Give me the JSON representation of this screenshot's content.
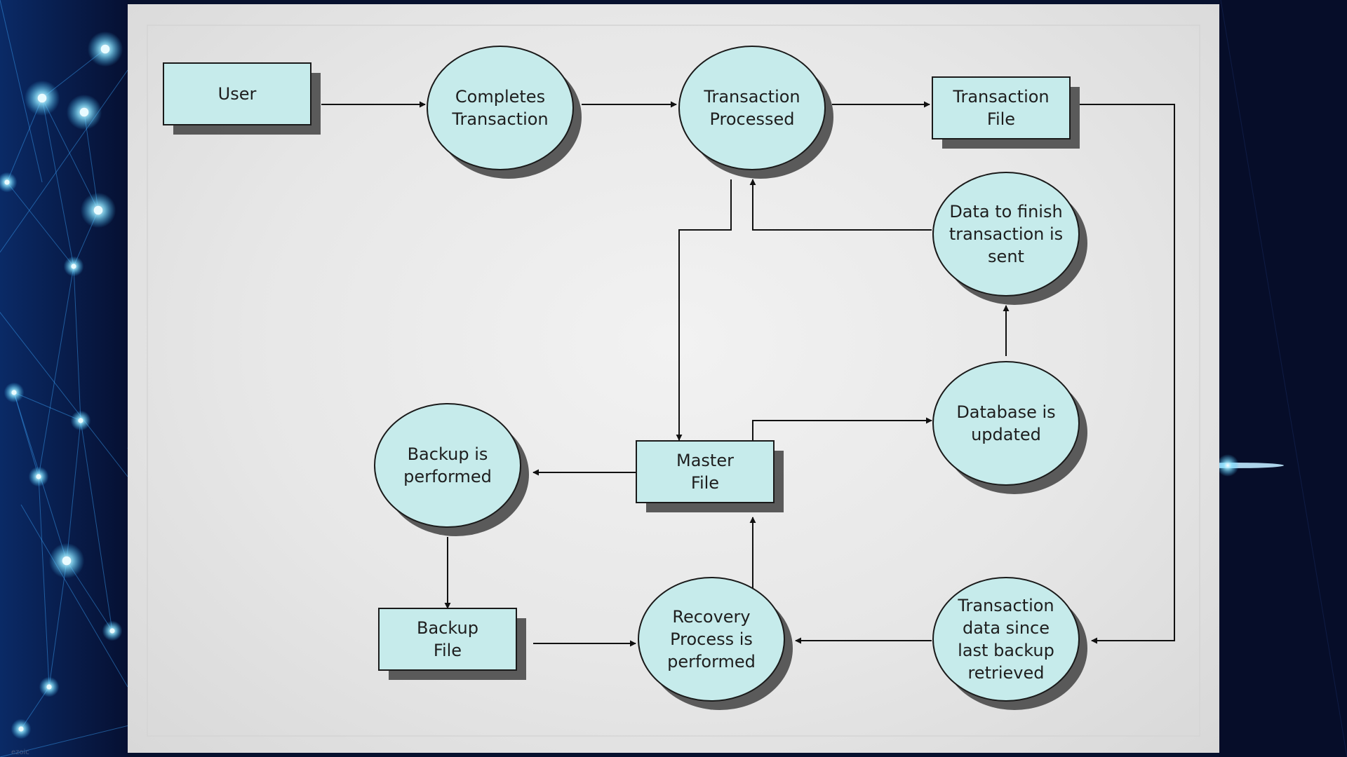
{
  "colors": {
    "slide_bg": "#e6e6e6",
    "node_fill": "#c6ebeb",
    "node_stroke": "#1a1a1a",
    "shadow": "#4a4a4a",
    "edge": "#111111",
    "background": "#07112e",
    "network_glow": "#3fc4ff"
  },
  "diagram": {
    "nodes": [
      {
        "id": "user",
        "shape": "rect",
        "label": "User"
      },
      {
        "id": "completes",
        "shape": "ellipse",
        "label": "Completes\nTransaction"
      },
      {
        "id": "processed",
        "shape": "ellipse",
        "label": "Transaction\nProcessed"
      },
      {
        "id": "transfile",
        "shape": "rect",
        "label": "Transaction\nFile"
      },
      {
        "id": "datasent",
        "shape": "ellipse",
        "label": "Data to finish\ntransaction is\nsent"
      },
      {
        "id": "dbupdated",
        "shape": "ellipse",
        "label": "Database is\nupdated"
      },
      {
        "id": "master",
        "shape": "rect",
        "label": "Master\nFile"
      },
      {
        "id": "backupperf",
        "shape": "ellipse",
        "label": "Backup is\nperformed"
      },
      {
        "id": "backupfile",
        "shape": "rect",
        "label": "Backup\nFile"
      },
      {
        "id": "recovery",
        "shape": "ellipse",
        "label": "Recovery\nProcess is\nperformed"
      },
      {
        "id": "retrieved",
        "shape": "ellipse",
        "label": "Transaction\ndata since\nlast backup\nretrieved"
      }
    ],
    "edges": [
      {
        "from": "user",
        "to": "completes"
      },
      {
        "from": "completes",
        "to": "processed"
      },
      {
        "from": "processed",
        "to": "transfile"
      },
      {
        "from": "transfile",
        "to": "retrieved"
      },
      {
        "from": "retrieved",
        "to": "recovery"
      },
      {
        "from": "backupfile",
        "to": "recovery"
      },
      {
        "from": "recovery",
        "to": "master"
      },
      {
        "from": "master",
        "to": "backupperf"
      },
      {
        "from": "backupperf",
        "to": "backupfile"
      },
      {
        "from": "processed",
        "to": "master"
      },
      {
        "from": "master",
        "to": "dbupdated"
      },
      {
        "from": "dbupdated",
        "to": "datasent"
      },
      {
        "from": "datasent",
        "to": "processed"
      }
    ]
  },
  "footer": {
    "watermark": "ezoic"
  }
}
